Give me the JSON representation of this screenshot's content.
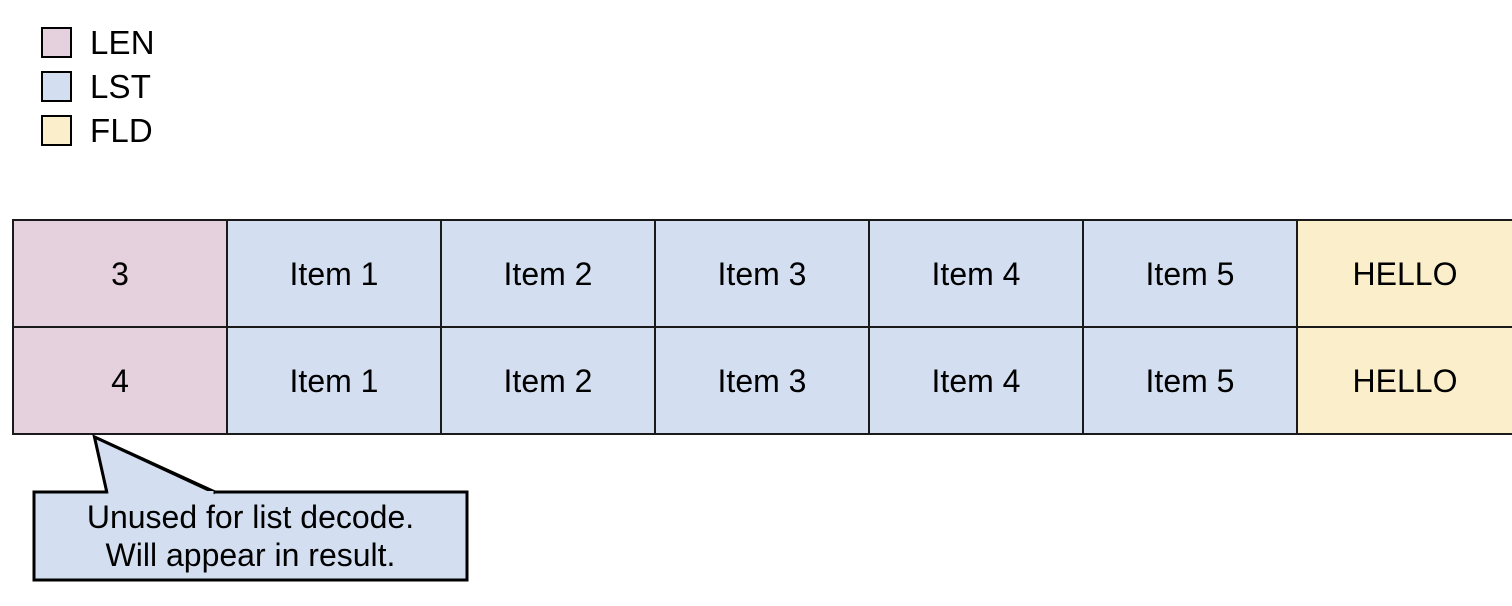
{
  "legend": {
    "items": [
      {
        "label": "LEN",
        "color": "#e5d0dd",
        "name": "legend-item-len"
      },
      {
        "label": "LST",
        "color": "#d3dff0",
        "name": "legend-item-lst"
      },
      {
        "label": "FLD",
        "color": "#fbeecb",
        "name": "legend-item-fld"
      }
    ]
  },
  "table": {
    "rows": [
      {
        "cells": [
          {
            "text": "3",
            "kind": "LEN"
          },
          {
            "text": "Item 1",
            "kind": "LST"
          },
          {
            "text": "Item 2",
            "kind": "LST"
          },
          {
            "text": "Item 3",
            "kind": "LST"
          },
          {
            "text": "Item 4",
            "kind": "LST"
          },
          {
            "text": "Item 5",
            "kind": "LST"
          },
          {
            "text": "HELLO",
            "kind": "FLD"
          }
        ]
      },
      {
        "cells": [
          {
            "text": "4",
            "kind": "LEN"
          },
          {
            "text": "Item 1",
            "kind": "LST"
          },
          {
            "text": "Item 2",
            "kind": "LST"
          },
          {
            "text": "Item 3",
            "kind": "LST"
          },
          {
            "text": "Item 4",
            "kind": "LST"
          },
          {
            "text": "Item 5",
            "kind": "LST"
          },
          {
            "text": "HELLO",
            "kind": "FLD"
          }
        ]
      }
    ]
  },
  "callout": {
    "line1": "Unused for list decode.",
    "line2": "Will appear in result.",
    "fill": "#d3dff0",
    "stroke": "#000000"
  },
  "colors": {
    "len": "#e5d0dd",
    "lst": "#d3dff0",
    "fld": "#fbeecb",
    "border": "#1a1a1a",
    "background": "#ffffff",
    "text": "#000000"
  }
}
